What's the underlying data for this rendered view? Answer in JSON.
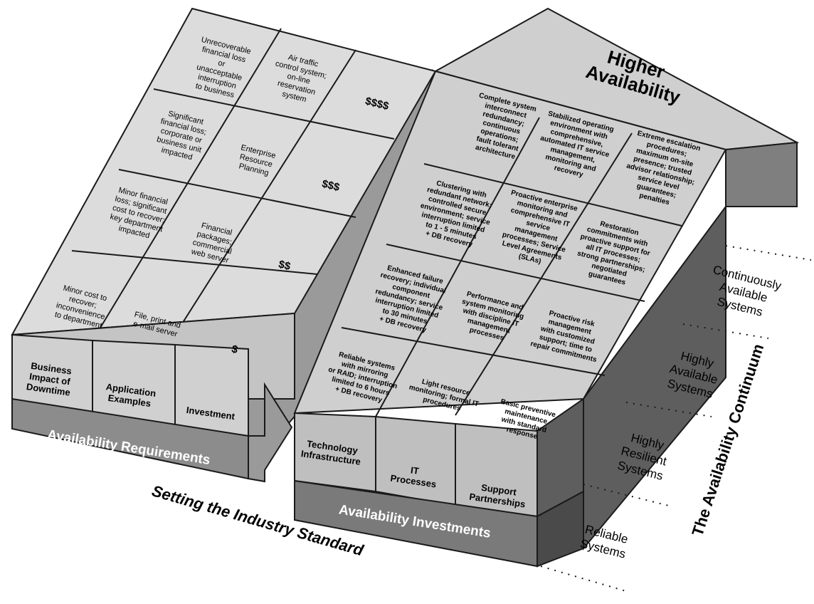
{
  "header": {
    "higher_availability_line1": "Higher",
    "higher_availability_line2": "Availability"
  },
  "left_block": {
    "title": "Availability Requirements",
    "columns": [
      {
        "label_lines": [
          "Business",
          "Impact of",
          "Downtime"
        ]
      },
      {
        "label_lines": [
          "Application",
          "Examples"
        ]
      },
      {
        "label_lines": [
          "Investment"
        ]
      }
    ],
    "rows": [
      [
        {
          "lines": [
            "Unrecoverable",
            "financial loss",
            "or",
            "unacceptable",
            "interruption",
            "to business"
          ]
        },
        {
          "lines": [
            "Air traffic",
            "control system;",
            "on-line",
            "reservation",
            "system"
          ]
        },
        {
          "lines": [
            "$$$$"
          ]
        }
      ],
      [
        {
          "lines": [
            "Significant",
            "financial loss;",
            "corporate or",
            "business unit",
            "impacted"
          ]
        },
        {
          "lines": [
            "Enterprise",
            "Resource",
            "Planning"
          ]
        },
        {
          "lines": [
            "$$$"
          ]
        }
      ],
      [
        {
          "lines": [
            "Minor financial",
            "loss; significant",
            "cost to recover;",
            "key department",
            "impacted"
          ]
        },
        {
          "lines": [
            "Financial",
            "packages;",
            "commercial",
            "web server"
          ]
        },
        {
          "lines": [
            "$$"
          ]
        }
      ],
      [
        {
          "lines": [
            "Minor cost to",
            "recover;",
            "inconvenience",
            "to department"
          ]
        },
        {
          "lines": [
            "File, print and",
            "e-mail server"
          ]
        },
        {
          "lines": [
            "$"
          ]
        }
      ]
    ]
  },
  "right_block": {
    "title": "Availability Investments",
    "columns": [
      {
        "label_lines": [
          "Technology",
          "Infrastructure"
        ]
      },
      {
        "label_lines": [
          "IT",
          "Processes"
        ]
      },
      {
        "label_lines": [
          "Support",
          "Partnerships"
        ]
      }
    ],
    "rows": [
      [
        {
          "lines": [
            "Complete system",
            "interconnect",
            "redundancy;",
            "continuous",
            "operations;",
            "fault tolerant",
            "architecture"
          ]
        },
        {
          "lines": [
            "Stabilized operating",
            "environment with",
            "comprehensive,",
            "automated IT service",
            "management,",
            "monitoring and",
            "recovery"
          ]
        },
        {
          "lines": [
            "Extreme escalation",
            "procedures;",
            "maximum on-site",
            "presence; trusted",
            "advisor relationship;",
            "service level",
            "guarantees;",
            "penalties"
          ]
        }
      ],
      [
        {
          "lines": [
            "Clustering with",
            "redundant network;",
            "controlled secure",
            "environment; service",
            "interruption limited",
            "to 1 - 5 minutes",
            "+ DB recovery"
          ]
        },
        {
          "lines": [
            "Proactive enterprise",
            "monitoring and",
            "comprehensive IT",
            "service",
            "management",
            "processes; Service",
            "Level Agreements",
            "(SLAs)"
          ]
        },
        {
          "lines": [
            "Restoration",
            "commitments with",
            "proactive support for",
            "all IT processes;",
            "strong partnerships;",
            "negotiated",
            "guarantees"
          ]
        }
      ],
      [
        {
          "lines": [
            "Enhanced failure",
            "recovery; individual",
            "component",
            "redundancy; service",
            "interruption limited",
            "to 30 minutes",
            "+ DB recovery"
          ]
        },
        {
          "lines": [
            "Performance and",
            "system monitoring",
            "with discipline IT",
            "management",
            "processes"
          ]
        },
        {
          "lines": [
            "Proactive risk",
            "management",
            "with customized",
            "support; time to",
            "repair commitments"
          ]
        }
      ],
      [
        {
          "lines": [
            "Reliable systems",
            "with mirroring",
            "or RAID; interruption",
            "limited to 6 hours",
            "+ DB recovery"
          ]
        },
        {
          "lines": [
            "Light resource",
            "monitoring; formal IT",
            "procedures"
          ]
        },
        {
          "lines": [
            "Basic preventive",
            "maintenance",
            "with standard",
            "response"
          ]
        }
      ]
    ]
  },
  "continuum": {
    "title": "The Availability Continuum",
    "levels": [
      {
        "lines": [
          "Continuously",
          "Available",
          "Systems"
        ]
      },
      {
        "lines": [
          "Highly",
          "Available",
          "Systems"
        ]
      },
      {
        "lines": [
          "Highly",
          "Resilient",
          "Systems"
        ]
      },
      {
        "lines": [
          "Reliable",
          "Systems"
        ]
      }
    ]
  },
  "footer": {
    "caption": "Setting the Industry Standard"
  },
  "colors": {
    "face": "#d9d9d9",
    "face_light": "#e4e4e4",
    "band": "#8c8c8c",
    "band_dark": "#6e6e6e",
    "side": "#a6a6a6",
    "shadow": "#5a5a5a",
    "line": "#1a1a1a"
  }
}
